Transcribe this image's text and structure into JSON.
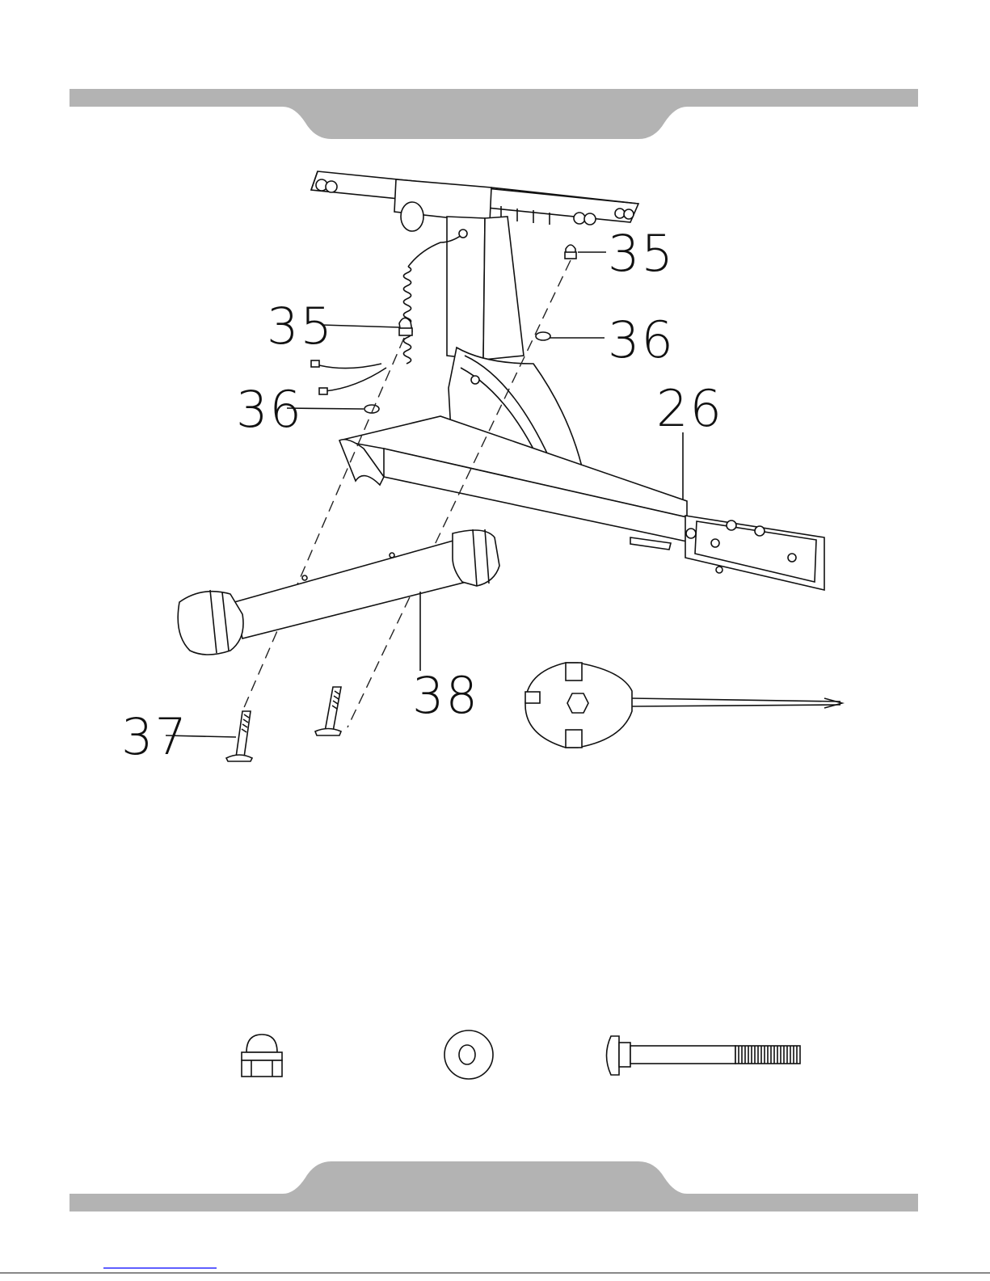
{
  "callouts": {
    "nut_upper": "35",
    "nut_left": "35",
    "washer_upper": "36",
    "washer_left": "36",
    "frame": "26",
    "bolt": "37",
    "stabilizer": "38"
  },
  "colors": {
    "banner": "#b3b3b3",
    "ink": "#111111",
    "link_underline": "#2a2aff"
  },
  "icons": [
    "cap-nut-icon",
    "washer-icon",
    "carriage-bolt-icon",
    "multi-wrench-icon"
  ]
}
